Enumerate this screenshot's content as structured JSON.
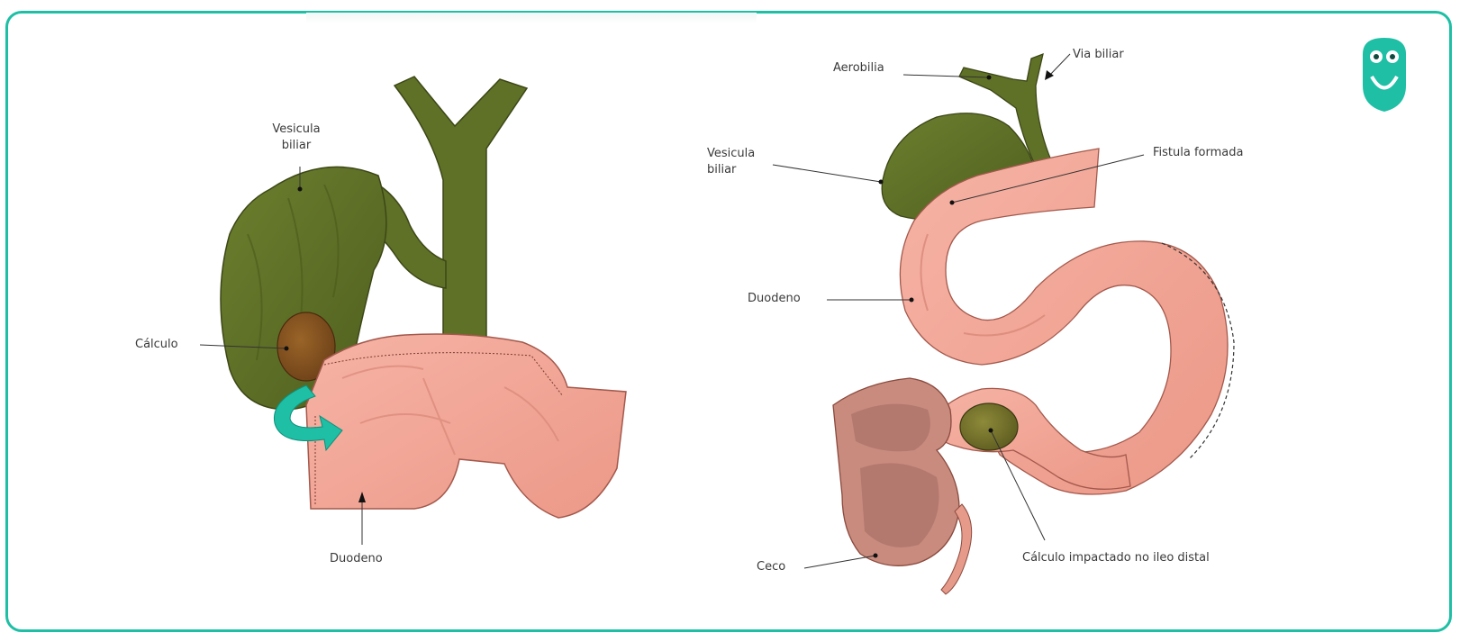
{
  "left_figure": {
    "labels": {
      "vesicula": "Vesicula\nbiliar",
      "calculo": "Cálculo",
      "duodeno": "Duodeno"
    }
  },
  "right_figure": {
    "labels": {
      "aerobilia": "Aerobilia",
      "via_biliar": "Via biliar",
      "vesicula": "Vesicula\nbiliar",
      "fistula": "Fistula formada",
      "duodeno": "Duodeno",
      "ceco": "Ceco",
      "calculo_impactado": "Cálculo impactado no ileo distal"
    }
  },
  "colors": {
    "frame_border": "#1ebfa5",
    "bile_green": "#5f7127",
    "intestine_pink": "#f0a596",
    "stone_brown": "#7a4a1e",
    "arrow_teal": "#1ebfa5"
  },
  "logo": {
    "icon": "owl-logo-icon"
  }
}
